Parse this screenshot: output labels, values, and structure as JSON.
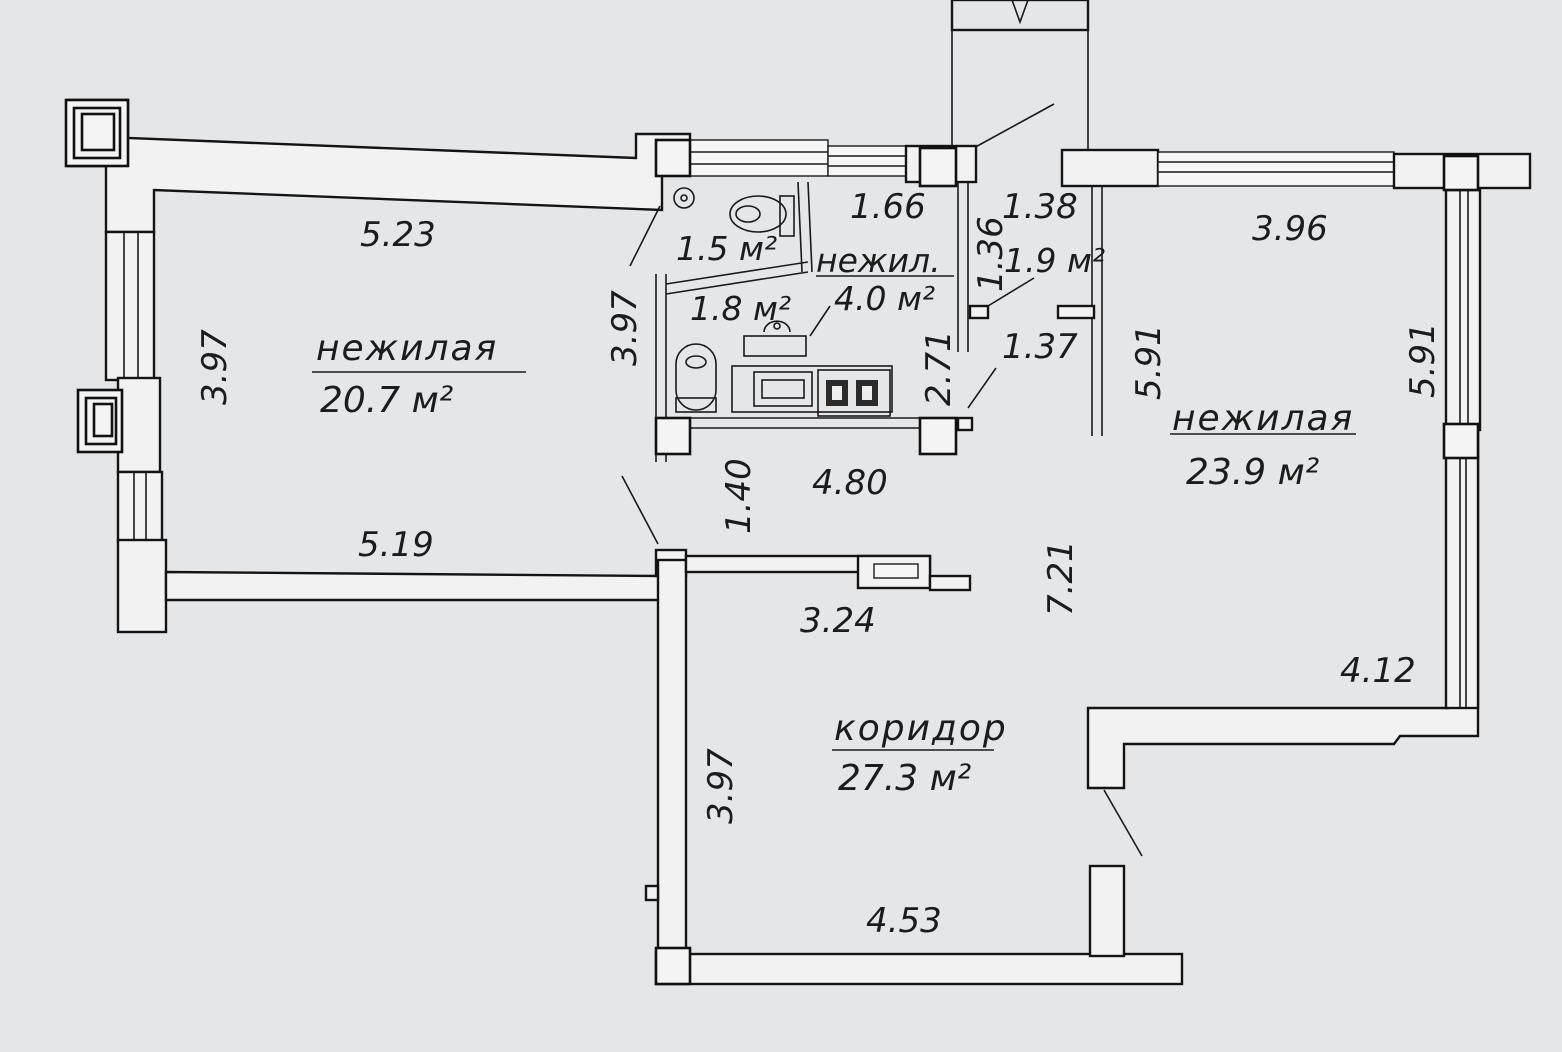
{
  "rooms": {
    "room_left": {
      "name": "нежилая",
      "area": "20.7 м²"
    },
    "room_right": {
      "name": "нежилая",
      "area": "23.9 м²"
    },
    "corridor": {
      "name": "коридор",
      "area": "27.3 м²"
    },
    "kitchenette": {
      "name": "нежил.",
      "area": "4.0 м²"
    },
    "wc_1": {
      "area": "1.5 м²"
    },
    "wc_2": {
      "area": "1.8 м²"
    },
    "closet": {
      "area": "1.9 м²"
    }
  },
  "dimensions": {
    "left_top": "5.23",
    "left_side": "3.97",
    "left_inner": "3.97",
    "left_bottom": "5.19",
    "wc_top": "1.66",
    "closet_top": "1.38",
    "closet_side": "1.36",
    "kitchen_side": "2.71",
    "closet_bottom": "1.37",
    "core_bottom": "4.80",
    "door_gap": "1.40",
    "right_top": "3.96",
    "right_inner_side": "5.91",
    "right_outer_side": "5.91",
    "corridor_height": "7.21",
    "corridor_wall": "3.24",
    "right_step": "4.12",
    "corridor_side": "3.97",
    "corridor_bottom": "4.53"
  }
}
